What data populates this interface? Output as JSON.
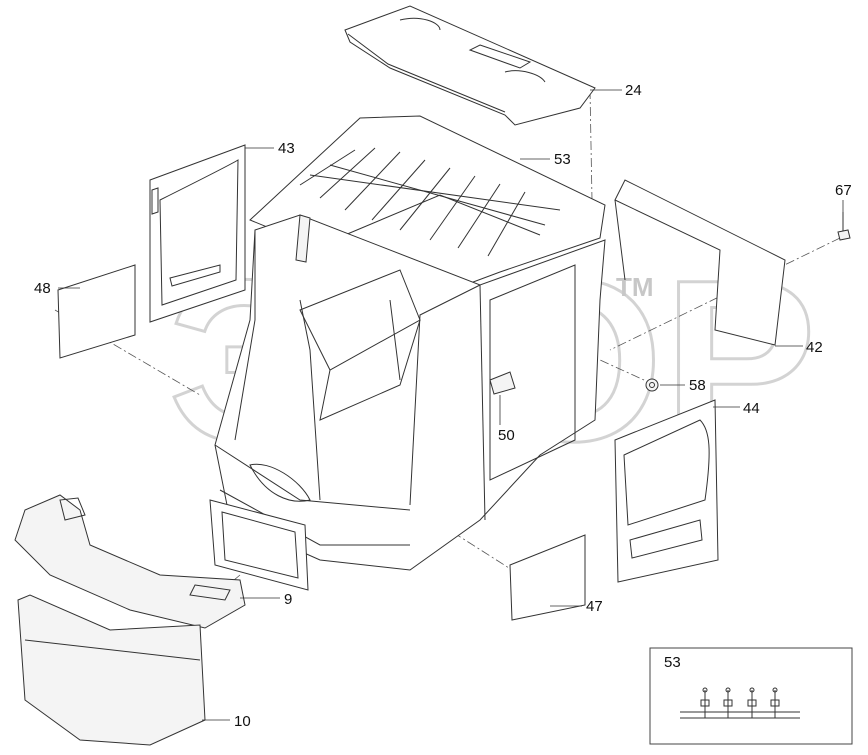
{
  "diagram": {
    "watermark": {
      "text": "ЭЛОР",
      "trademark": "TM"
    },
    "callouts": [
      {
        "id": "24",
        "label": "24"
      },
      {
        "id": "43",
        "label": "43"
      },
      {
        "id": "53",
        "label": "53"
      },
      {
        "id": "67",
        "label": "67"
      },
      {
        "id": "48",
        "label": "48"
      },
      {
        "id": "42",
        "label": "42"
      },
      {
        "id": "58",
        "label": "58"
      },
      {
        "id": "44",
        "label": "44"
      },
      {
        "id": "50",
        "label": "50"
      },
      {
        "id": "9",
        "label": "9"
      },
      {
        "id": "47",
        "label": "47"
      },
      {
        "id": "10",
        "label": "10"
      }
    ],
    "inset": {
      "label": "53"
    }
  }
}
